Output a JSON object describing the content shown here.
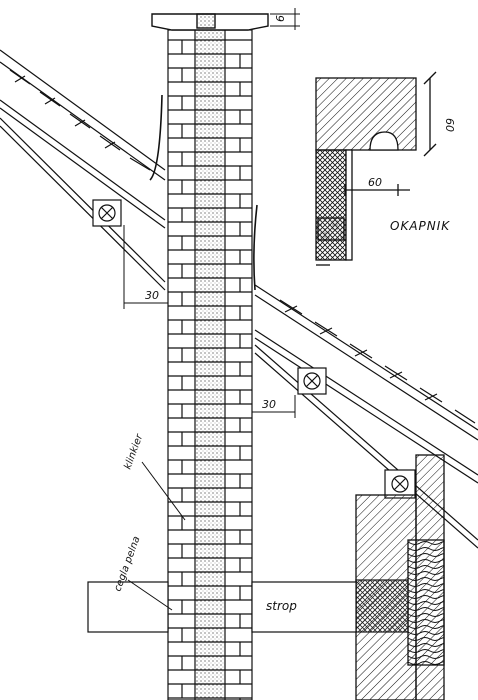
{
  "labels": {
    "okapnik": "OKAPNIK",
    "klinkier": "klinkier",
    "cegla_pelna": "cegla pelna",
    "strop": "strop"
  },
  "dimensions": {
    "cap_height": "6",
    "drip_height": "60",
    "drip_width": "60",
    "upper_offset": "30",
    "lower_offset": "30"
  },
  "colors": {
    "ink": "#111111",
    "paper": "#ffffff"
  }
}
